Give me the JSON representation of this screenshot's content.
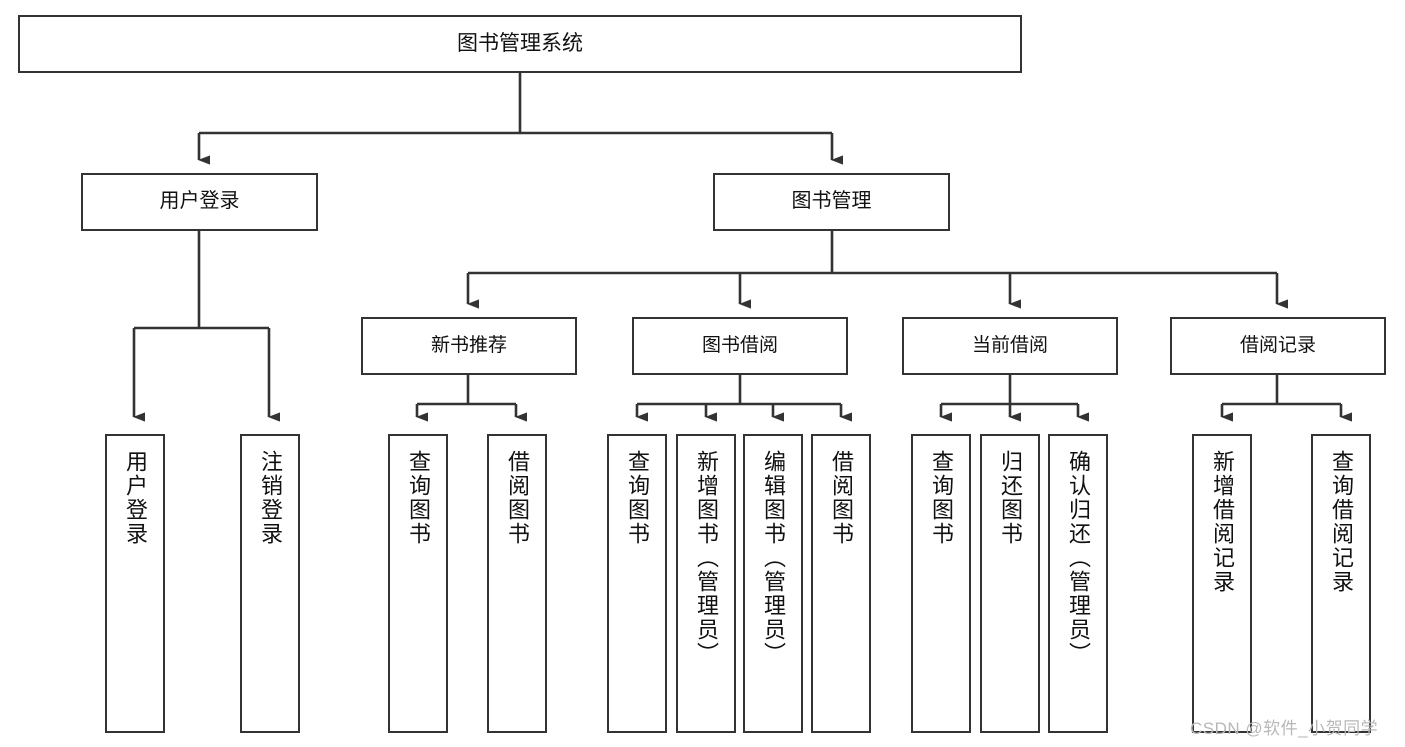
{
  "diagram": {
    "type": "tree-hierarchy",
    "title": "图书管理系统",
    "watermark": "CSDN @软件_小贺同学",
    "colors": {
      "box_border": "#333333",
      "box_fill": "#ffffff",
      "connector": "#333333",
      "text": "#111111",
      "watermark": "#b8b8b8",
      "background": "#ffffff"
    },
    "nodes": {
      "root": {
        "label": "图书管理系统",
        "level": 1
      },
      "user_login": {
        "label": "用户登录",
        "level": 2
      },
      "book_manage": {
        "label": "图书管理",
        "level": 2
      },
      "new_book_rec": {
        "label": "新书推荐",
        "level": 3
      },
      "book_borrow": {
        "label": "图书借阅",
        "level": 3
      },
      "current_borrow": {
        "label": "当前借阅",
        "level": 3
      },
      "borrow_record": {
        "label": "借阅记录",
        "level": 3
      },
      "leaf_user_login": {
        "label": "用户登录",
        "level": 4
      },
      "leaf_logout": {
        "label": "注销登录",
        "level": 4
      },
      "leaf_query_book_1": {
        "label": "查询图书",
        "level": 4
      },
      "leaf_borrow_book_1": {
        "label": "借阅图书",
        "level": 4
      },
      "leaf_query_book_2": {
        "label": "查询图书",
        "level": 4
      },
      "leaf_add_book": {
        "label": "新增图书（管理员）",
        "level": 4
      },
      "leaf_edit_book": {
        "label": "编辑图书（管理员）",
        "level": 4
      },
      "leaf_borrow_book_2": {
        "label": "借阅图书",
        "level": 4
      },
      "leaf_query_book_3": {
        "label": "查询图书",
        "level": 4
      },
      "leaf_return_book": {
        "label": "归还图书",
        "level": 4
      },
      "leaf_confirm_return": {
        "label": "确认归还（管理员）",
        "level": 4
      },
      "leaf_add_record": {
        "label": "新增借阅记录",
        "level": 4
      },
      "leaf_query_record": {
        "label": "查询借阅记录",
        "level": 4
      }
    },
    "edges": [
      {
        "from": "root",
        "to": "user_login"
      },
      {
        "from": "root",
        "to": "book_manage"
      },
      {
        "from": "user_login",
        "to": "leaf_user_login"
      },
      {
        "from": "user_login",
        "to": "leaf_logout"
      },
      {
        "from": "book_manage",
        "to": "new_book_rec"
      },
      {
        "from": "book_manage",
        "to": "book_borrow"
      },
      {
        "from": "book_manage",
        "to": "current_borrow"
      },
      {
        "from": "book_manage",
        "to": "borrow_record"
      },
      {
        "from": "new_book_rec",
        "to": "leaf_query_book_1"
      },
      {
        "from": "new_book_rec",
        "to": "leaf_borrow_book_1"
      },
      {
        "from": "book_borrow",
        "to": "leaf_query_book_2"
      },
      {
        "from": "book_borrow",
        "to": "leaf_add_book"
      },
      {
        "from": "book_borrow",
        "to": "leaf_edit_book"
      },
      {
        "from": "book_borrow",
        "to": "leaf_borrow_book_2"
      },
      {
        "from": "current_borrow",
        "to": "leaf_query_book_3"
      },
      {
        "from": "current_borrow",
        "to": "leaf_return_book"
      },
      {
        "from": "current_borrow",
        "to": "leaf_confirm_return"
      },
      {
        "from": "borrow_record",
        "to": "leaf_add_record"
      },
      {
        "from": "borrow_record",
        "to": "leaf_query_record"
      }
    ]
  }
}
